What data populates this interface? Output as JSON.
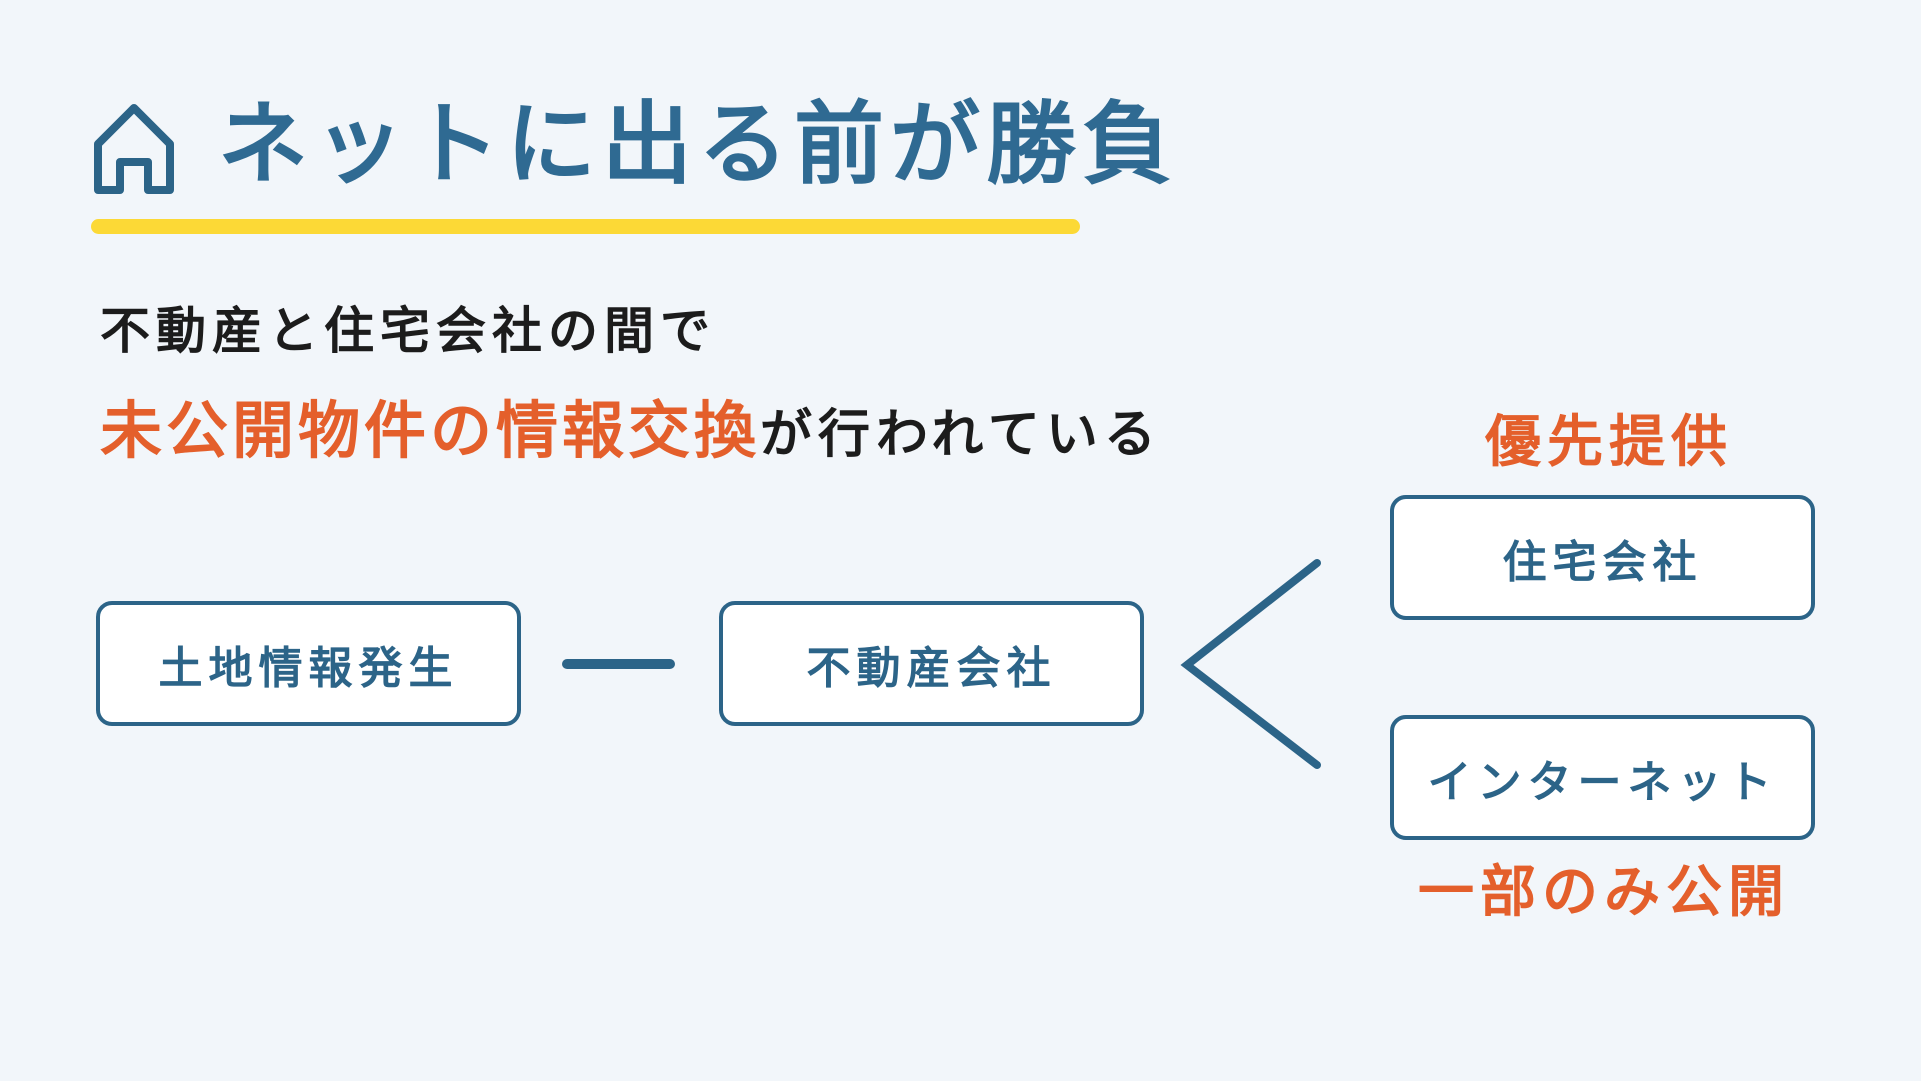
{
  "header": {
    "title": "ネットに出る前が勝負",
    "icon": "house-icon"
  },
  "lead": {
    "line1": "不動産と住宅会社の間で",
    "line2_highlight": "未公開物件の情報交換",
    "line2_rest": "が行われている"
  },
  "flow": {
    "source": "土地情報発生",
    "middle": "不動産会社",
    "target_top": "住宅会社",
    "target_bottom": "インターネット",
    "note_top": "優先提供",
    "note_bottom": "一部のみ公開"
  },
  "colors": {
    "background": "#f2f6fa",
    "primary": "#2c6488",
    "accent": "#e45f2b",
    "underline": "#fcd936",
    "text": "#1c1c1c"
  }
}
